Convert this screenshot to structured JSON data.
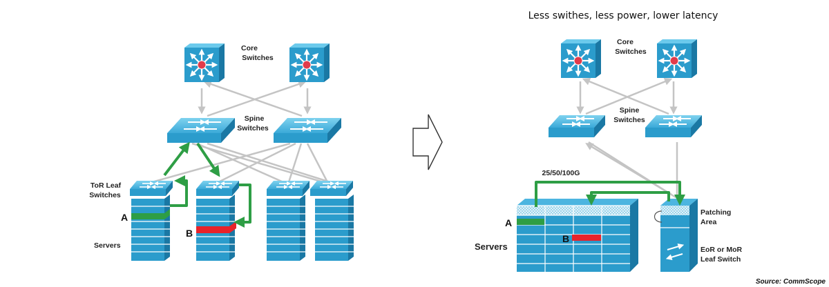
{
  "headline": "Less swithes, less power, lower latency",
  "source": "Source: CommScope",
  "left": {
    "core_label_1": "Core",
    "core_label_2": "Switches",
    "spine_label_1": "Spine",
    "spine_label_2": "Switches",
    "tor_label_1": "ToR Leaf",
    "tor_label_2": "Switches",
    "servers_label": "Servers",
    "marker_a": "A",
    "marker_b": "B"
  },
  "right": {
    "core_label_1": "Core",
    "core_label_2": "Switches",
    "spine_label_1": "Spine",
    "spine_label_2": "Switches",
    "speed_label": "25/50/100G",
    "patching_label_1": "Patching",
    "patching_label_2": "Area",
    "eor_label_1": "EoR or MoR",
    "eor_label_2": "Leaf Switch",
    "servers_label": "Servers",
    "marker_a": "A",
    "marker_b": "B"
  },
  "colors": {
    "device_blue": "#2b9ccc",
    "device_dark": "#1a78a4",
    "device_light": "#5cc1e6",
    "path_green": "#2e9e45",
    "highlight_red": "#e8232a",
    "highlight_green": "#2e9e45",
    "link_gray": "#bcbcbc",
    "router_hub": "#e23b4b"
  },
  "icons": {
    "core_switch": "router-star-icon",
    "spine_switch": "switch-arrows-icon",
    "transition": "right-arrow-outline-icon"
  }
}
